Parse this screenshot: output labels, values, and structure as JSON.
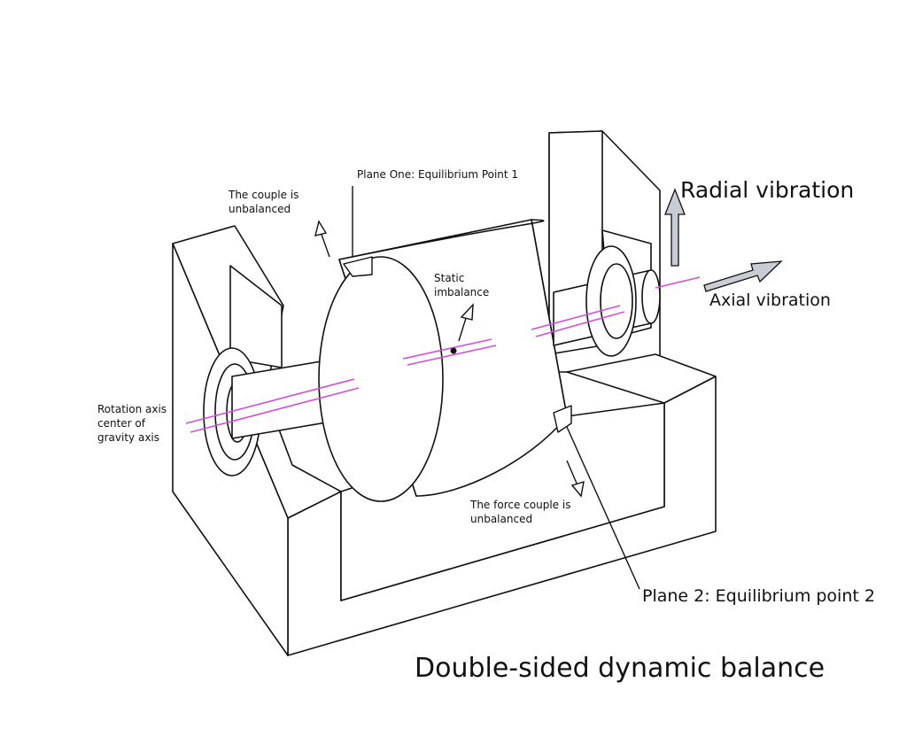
{
  "labels": {
    "plane_one": "Plane One: Equilibrium Point 1",
    "couple_unbalanced": "The couple is\nunbalanced",
    "static_imbalance": "Static\nimbalance",
    "rotation_axis": "Rotation axis\ncenter of\ngravity axis",
    "force_couple_unbalanced": "The force couple is\nunbalanced",
    "plane_two": "Plane 2: Equilibrium point 2",
    "radial_vibration": "Radial vibration",
    "axial_vibration": "Axial vibration"
  },
  "caption": "Double-sided dynamic balance",
  "colors": {
    "line": "#111111",
    "axis": "#d24fd8",
    "arrow_fill": "#c8ccd4"
  }
}
